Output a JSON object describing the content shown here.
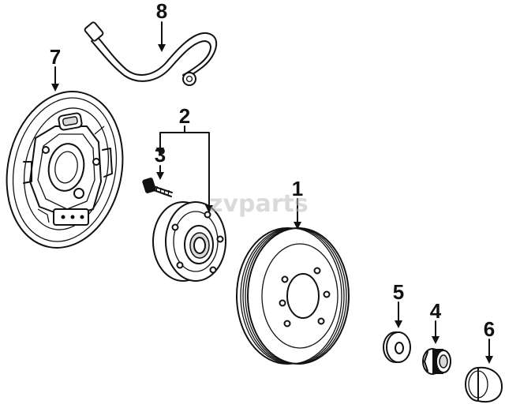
{
  "diagram": {
    "watermark": "zvparts",
    "callouts": {
      "drum": "1",
      "hub": "2",
      "stud": "3",
      "nut": "4",
      "washer": "5",
      "cap": "6",
      "backing_plate": "7",
      "brake_hose": "8"
    }
  }
}
